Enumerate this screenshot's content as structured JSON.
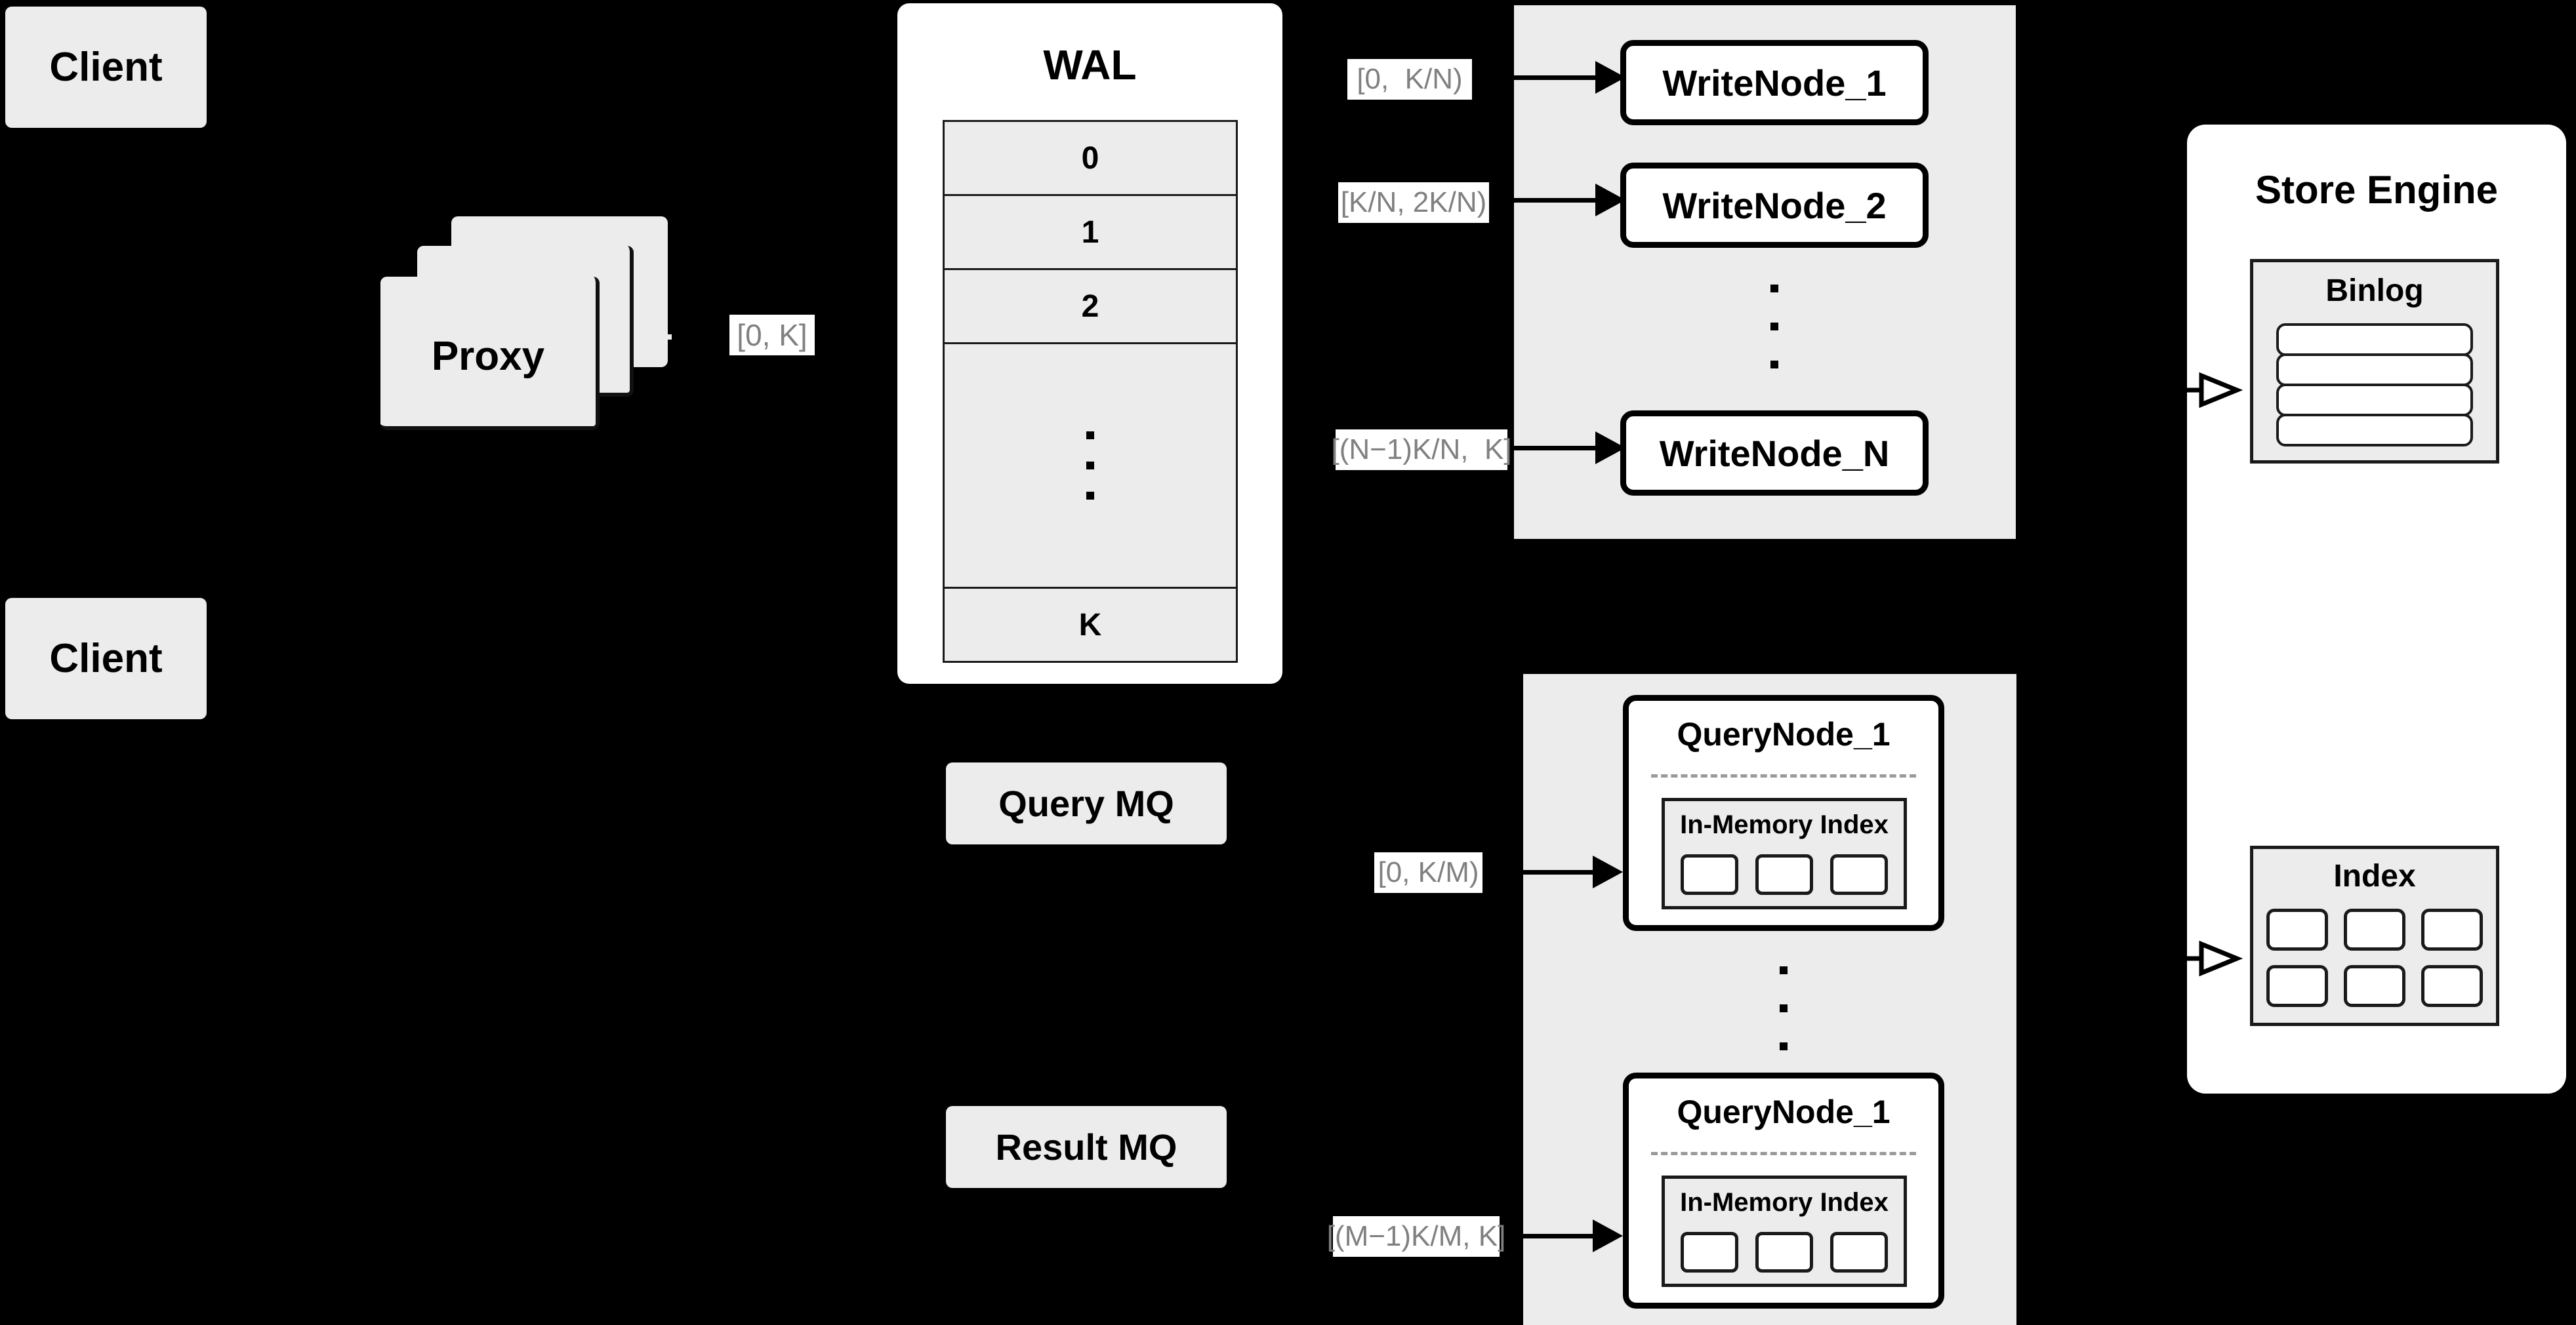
{
  "diagram": {
    "title": "Distributed Write/Query Architecture",
    "background_color": "#000000",
    "panel_color": "#ececec",
    "card_color": "#ffffff",
    "label_text_color": "#808080",
    "stroke_color": "#000000"
  },
  "clients": [
    {
      "label": "Client"
    },
    {
      "label": "Client"
    }
  ],
  "proxy": {
    "label": "Proxy",
    "stack_count": 3
  },
  "labels": {
    "proxy_to_wal": "[0, K]",
    "write_1": "[0,  K/N)",
    "write_2": "[K/N, 2K/N)",
    "write_n": "[(N−1)K/N,  K]",
    "query_1": "[0, K/M)",
    "query_m": "[(M−1)K/M, K]"
  },
  "wal": {
    "title": "WAL",
    "rows": [
      "0",
      "1",
      "2",
      "⋮",
      "K"
    ],
    "ellipsis_row_index": 3
  },
  "write_group": {
    "nodes": [
      {
        "label": "WriteNode_1"
      },
      {
        "label": "WriteNode_2"
      },
      {
        "label": "WriteNode_N"
      }
    ],
    "ellipsis_dots": 3
  },
  "mq": {
    "query": "Query MQ",
    "result": "Result MQ"
  },
  "query_group": {
    "nodes": [
      {
        "label": "QueryNode_1",
        "index_title": "In-Memory Index",
        "index_cells": 3
      },
      {
        "label": "QueryNode_1",
        "index_title": "In-Memory Index",
        "index_cells": 3
      }
    ],
    "ellipsis_dots": 3
  },
  "store_engine": {
    "title": "Store Engine",
    "binlog": {
      "title": "Binlog",
      "rows": 4
    },
    "index": {
      "title": "Index",
      "cells": 6
    }
  }
}
